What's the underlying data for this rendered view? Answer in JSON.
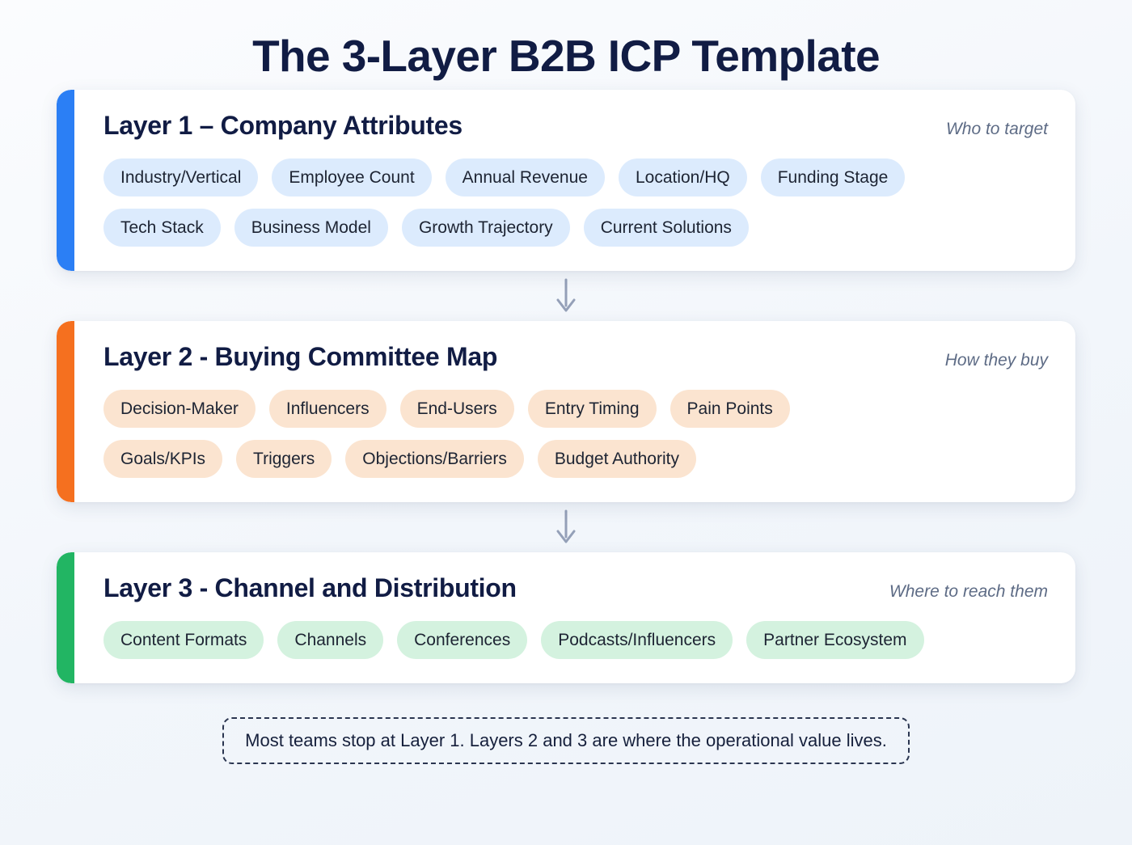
{
  "title": "The 3-Layer B2B ICP Template",
  "colors": {
    "layer1_accent": "#2b7ff5",
    "layer2_accent": "#f5701f",
    "layer3_accent": "#22b563",
    "layer1_chip": "#dcebfd",
    "layer2_chip": "#fbe4d0",
    "layer3_chip": "#d4f2df",
    "heading": "#111c44",
    "caption": "#5d6b85",
    "background": "#f2f6fb"
  },
  "layers": [
    {
      "heading": "Layer 1 – Company Attributes",
      "caption": "Who to target",
      "accent": "#2b7ff5",
      "rows": [
        [
          "Industry/Vertical",
          "Employee Count",
          "Annual Revenue",
          "Location/HQ",
          "Funding Stage"
        ],
        [
          "Tech Stack",
          "Business Model",
          "Growth Trajectory",
          "Current Solutions"
        ]
      ]
    },
    {
      "heading": "Layer 2 - Buying Committee Map",
      "caption": "How they buy",
      "accent": "#f5701f",
      "rows": [
        [
          "Decision-Maker",
          "Influencers",
          "End-Users",
          "Entry Timing",
          "Pain Points"
        ],
        [
          "Goals/KPIs",
          "Triggers",
          "Objections/Barriers",
          "Budget Authority"
        ]
      ]
    },
    {
      "heading": "Layer 3 - Channel and Distribution",
      "caption": "Where to reach them",
      "accent": "#22b563",
      "rows": [
        [
          "Content Formats",
          "Channels",
          "Conferences",
          "Podcasts/Influencers",
          "Partner Ecosystem"
        ]
      ]
    }
  ],
  "connectors": [
    {
      "icon": "arrow-down-icon"
    },
    {
      "icon": "arrow-down-icon"
    }
  ],
  "footer_note": "Most teams stop at Layer 1. Layers 2 and 3 are where the operational value lives."
}
